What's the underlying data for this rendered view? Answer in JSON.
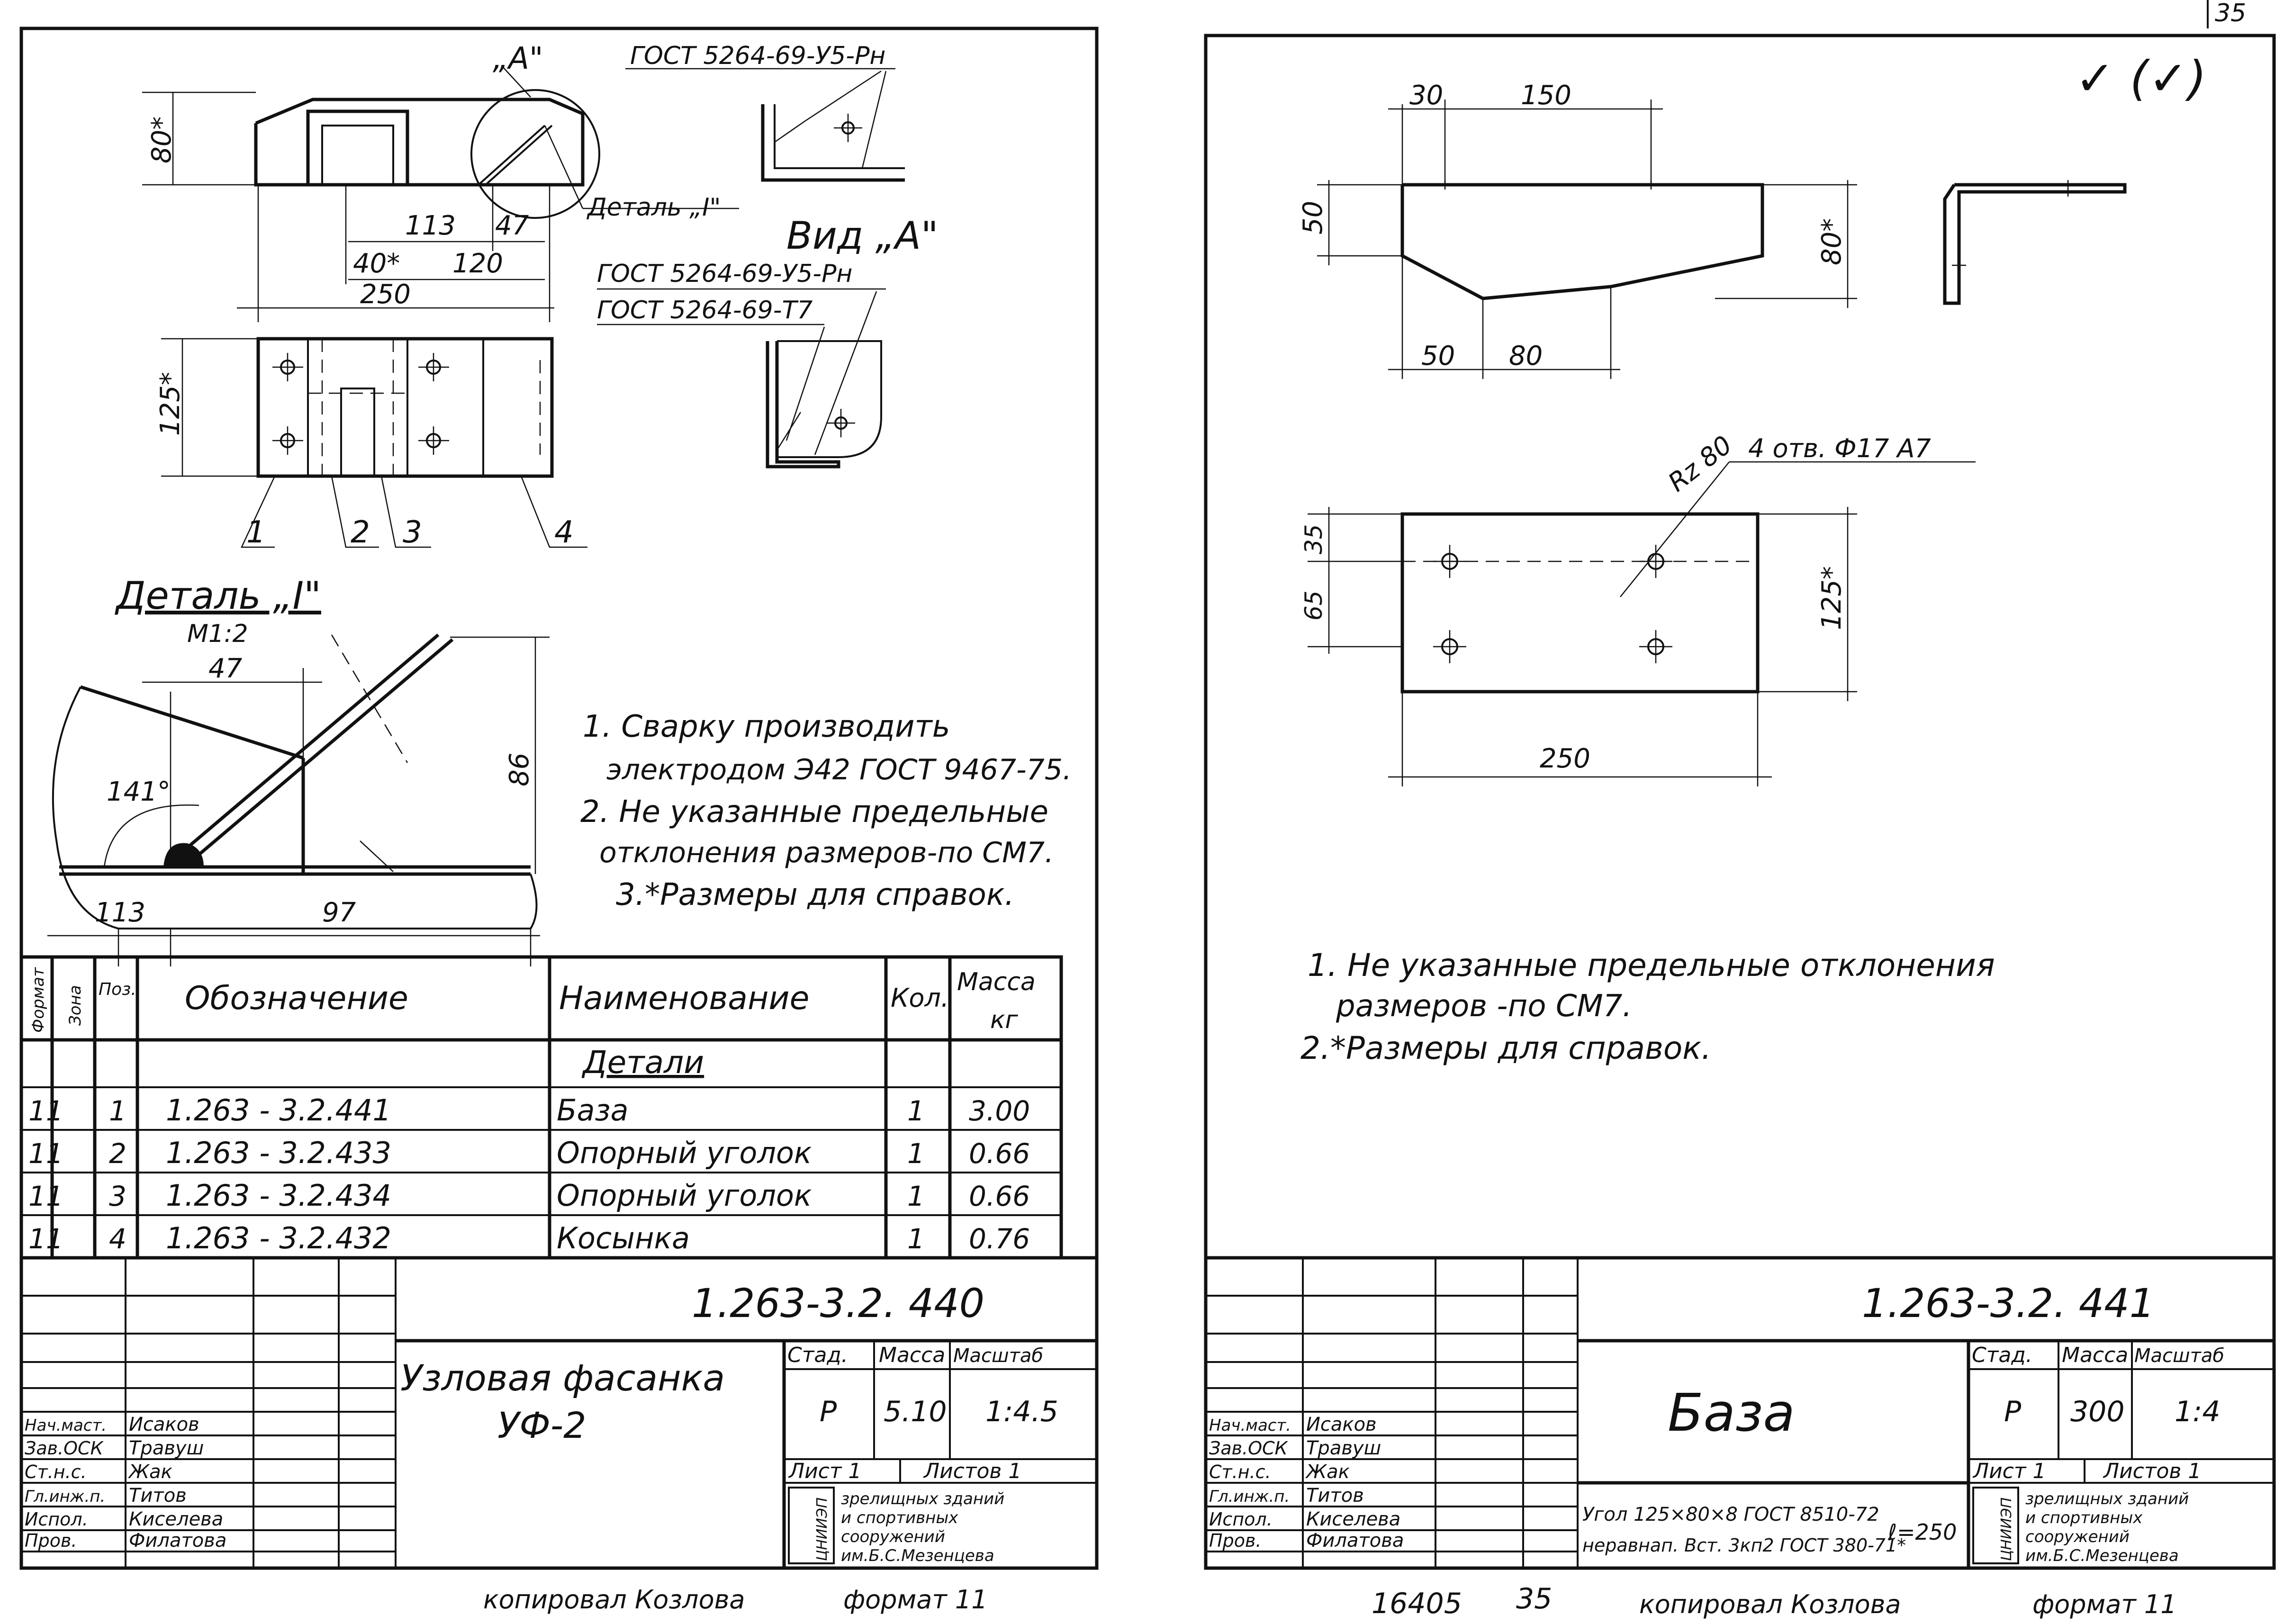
{
  "left_sheet": {
    "weld_top": "ГОСТ 5264-69-У5-Рн",
    "view_a_mark": "„А\"",
    "detail_callout": "Деталь „I\"",
    "view_a_title": "Вид „А\"",
    "weld_view_1": "ГОСТ 5264-69-У5-Рн",
    "weld_view_2": "ГОСТ 5264-69-Т7",
    "dims": {
      "h80": "80*",
      "d113": "113",
      "d47": "47",
      "d40": "40*",
      "d120": "120",
      "d250": "250",
      "h125": "125*"
    },
    "pos_labels": [
      "1",
      "2",
      "3",
      "4"
    ],
    "detail_title": "Деталь „I\"",
    "detail_scale": "М1:2",
    "detail_dims": {
      "d47": "47",
      "angle": "141°",
      "d86": "86",
      "d113": "113",
      "d97": "97"
    },
    "notes": [
      "1. Сварку производить",
      "электродом Э42 ГОСТ 9467-75.",
      "2. Не указанные предельные",
      "отклонения размеров-по СМ7.",
      "3.*Размеры для справок."
    ],
    "table": {
      "head_format": "Формат",
      "head_zone": "Зона",
      "head_pos": "Поз.",
      "head_designation": "Обозначение",
      "head_name": "Наименование",
      "head_qty": "Кол.",
      "head_mass": "Масса",
      "head_mass_unit": "кг",
      "section": "Детали",
      "rows": [
        {
          "format": "11",
          "pos": "1",
          "designation": "1.263 - 3.2.441",
          "name": "База",
          "qty": "1",
          "mass": "3.00"
        },
        {
          "format": "11",
          "pos": "2",
          "designation": "1.263 - 3.2.433",
          "name": "Опорный уголок",
          "qty": "1",
          "mass": "0.66"
        },
        {
          "format": "11",
          "pos": "3",
          "designation": "1.263 - 3.2.434",
          "name": "Опорный уголок",
          "qty": "1",
          "mass": "0.66"
        },
        {
          "format": "11",
          "pos": "4",
          "designation": "1.263 - 3.2.432",
          "name": "Косынка",
          "qty": "1",
          "mass": "0.76"
        }
      ]
    },
    "title_block": {
      "doc_number": "1.263-3.2. 440",
      "title_line1": "Узловая фасанка",
      "title_line2": "УФ-2",
      "h_stage": "Стад.",
      "h_mass": "Масса",
      "h_scale": "Масштаб",
      "stage": "Р",
      "mass": "5.10",
      "scale": "1:4.5",
      "sheet_label": "Лист 1",
      "sheets_label": "Листов 1",
      "org_logo": "ЦНИИЭП",
      "org_text": [
        "зрелищных зданий",
        "и спортивных",
        "сооружений",
        "им.Б.С.Мезенцева"
      ],
      "roles": [
        "Нач.маст.",
        "Зав.ОСК",
        "Ст.н.с.",
        "Гл.инж.п.",
        "Испол.",
        "Пров."
      ],
      "names": [
        "Исаков",
        "Травуш",
        "Жак",
        "Титов",
        "Киселева",
        "Филатова"
      ]
    },
    "footer_copied": "копировал Козлова",
    "footer_format": "формат 11"
  },
  "right_sheet": {
    "corner_number": "35",
    "check_marks": "✓ (✓)",
    "dims_top": {
      "d30": "30",
      "d150": "150",
      "h50": "50",
      "h80": "80*",
      "d50": "50",
      "d80": "80"
    },
    "roughness": "Rz 80",
    "holes": "4 отв. Ф17 А7",
    "dims_plan": {
      "h35": "35",
      "h65": "65",
      "h125": "125*",
      "d250": "250"
    },
    "notes": [
      "1. Не указанные предельные отклонения",
      "размеров -по СМ7.",
      "2.*Размеры для справок."
    ],
    "title_block": {
      "doc_number": "1.263-3.2. 441",
      "title": "База",
      "h_stage": "Стад.",
      "h_mass": "Масса",
      "h_scale": "Масштаб",
      "stage": "Р",
      "mass": "300",
      "scale": "1:4",
      "sheet_label": "Лист 1",
      "sheets_label": "Листов 1",
      "material_line1": "Угол 125×80×8 ГОСТ 8510-72",
      "material_line2": "неравнап. Вст. 3кп2 ГОСТ 380-71*",
      "length": "ℓ=250",
      "org_logo": "ЦНИИЭП",
      "org_text": [
        "зрелищных зданий",
        "и спортивных",
        "сооружений",
        "им.Б.С.Мезенцева"
      ],
      "roles": [
        "Нач.маст.",
        "Зав.ОСК",
        "Ст.н.с.",
        "Гл.инж.п.",
        "Испол.",
        "Пров."
      ],
      "names": [
        "Исаков",
        "Травуш",
        "Жак",
        "Титов",
        "Киселева",
        "Филатова"
      ]
    },
    "sheet_number": "16405",
    "page_number": "35",
    "footer_copied": "копировал Козлова",
    "footer_format": "формат 11"
  }
}
